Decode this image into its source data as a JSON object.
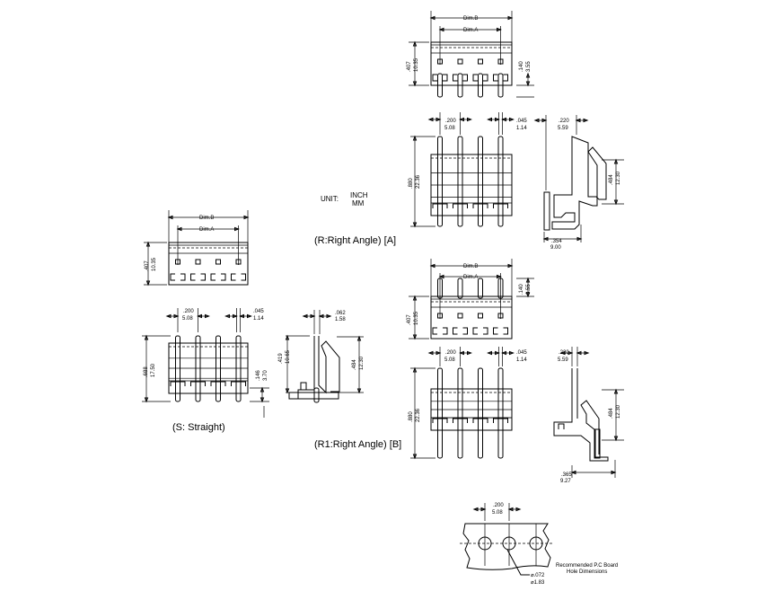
{
  "unit": {
    "label": "UNIT:",
    "inch": "INCH",
    "mm": "MM"
  },
  "dim_b": "Dim.B",
  "dim_a": "Dim.A",
  "r": {
    "title": "(R:Right Angle) [A]",
    "h407": ".407",
    "h407mm": "10.35",
    "h140": ".140",
    "h140mm": "3.55",
    "pitch": ".200",
    "pitch_mm": "5.08",
    "pin": ".045",
    "pin_mm": "1.14",
    "h880": ".880",
    "h880mm": "22.36",
    "w220": ".220",
    "w220mm": "5.59",
    "h484": ".484",
    "h484mm": "12.30",
    "w354": ".354",
    "w354mm": "9.00"
  },
  "s": {
    "title": "(S: Straight)",
    "h407": ".407",
    "h407mm": "10.35",
    "pitch": ".200",
    "pitch_mm": "5.08",
    "pin": ".045",
    "pin_mm": "1.14",
    "h688": ".688",
    "h688mm": "17.50",
    "h146": ".146",
    "h146mm": "3.70",
    "w062": ".062",
    "w062mm": "1.58",
    "h419": ".419",
    "h419mm": "10.65",
    "h484": ".484",
    "h484mm": "12.30"
  },
  "r1": {
    "title": "(R1:Right Angle) [B]",
    "h407": ".407",
    "h407mm": "10.35",
    "h140": ".140",
    "h140mm": "3.55",
    "pitch": ".200",
    "pitch_mm": "5.08",
    "pin": ".045",
    "pin_mm": "1.14",
    "h880": ".880",
    "h880mm": "22.36",
    "w220": ".220",
    "w220mm": "5.59",
    "h484": ".484",
    "h484mm": "12.30",
    "w365": ".365",
    "w365mm": "9.27"
  },
  "pcb": {
    "pitch": ".200",
    "pitch_mm": "5.08",
    "hole": "⌀.072",
    "hole_mm": "⌀1.83",
    "note1": "Recommended P.C Board",
    "note2": "Hole Dimensions"
  }
}
